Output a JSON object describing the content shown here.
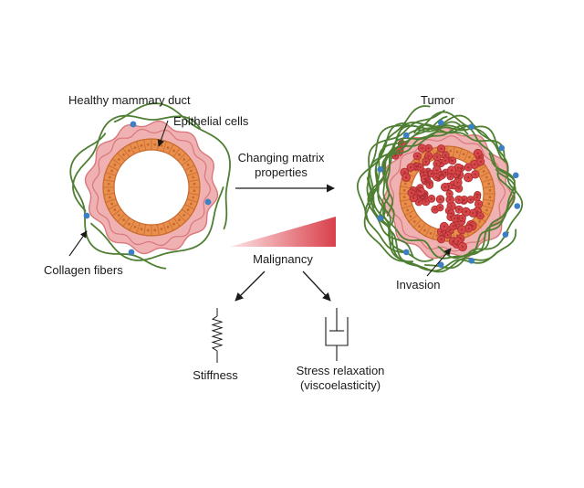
{
  "labels": {
    "healthy_duct": "Healthy mammary duct",
    "epithelial_cells": "Epithelial cells",
    "collagen_fibers": "Collagen fibers",
    "tumor": "Tumor",
    "invasion": "Invasion",
    "changing_matrix_line1": "Changing matrix",
    "changing_matrix_line2": "properties",
    "malignancy": "Malignancy",
    "stiffness": "Stiffness",
    "stress_relaxation_line1": "Stress relaxation",
    "stress_relaxation_line2": "(viscoelasticity)"
  },
  "colors": {
    "stroma_pink": "#efb1b2",
    "stroma_pink_dark": "#d9777c",
    "epithelium_orange": "#e98f4e",
    "epithelium_dark": "#c8692c",
    "collagen_green": "#4f7f32",
    "collagen_node_blue": "#3d7fc4",
    "tumor_red": "#d7474a",
    "tumor_red_dark": "#a92c30",
    "malignancy_gradient_start": "#fde4e4",
    "malignancy_gradient_end": "#d9404b",
    "ink": "#1a1a1a"
  }
}
